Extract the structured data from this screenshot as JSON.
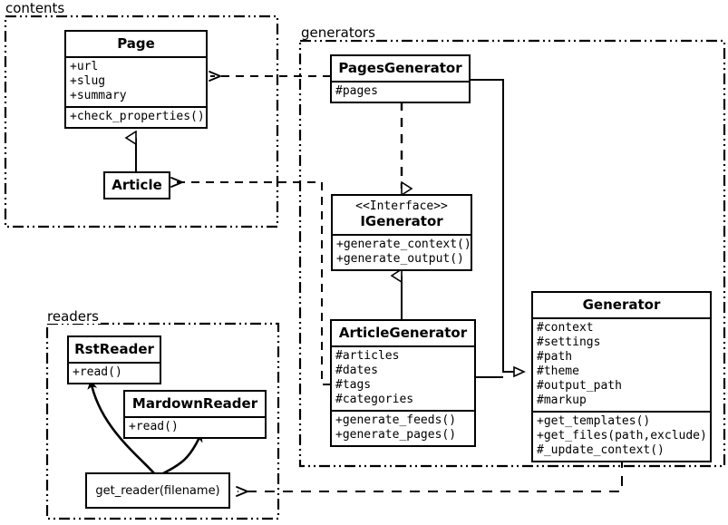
{
  "diagram": {
    "kind": "uml-class-diagram",
    "packages": [
      {
        "id": "contents",
        "label": "contents"
      },
      {
        "id": "generators",
        "label": "generators"
      },
      {
        "id": "readers",
        "label": "readers"
      }
    ],
    "classes": [
      {
        "id": "page",
        "name": "Page",
        "stereotype": "",
        "attributes": [
          "+url",
          "+slug",
          "+summary"
        ],
        "operations": [
          "+check_properties()"
        ]
      },
      {
        "id": "article",
        "name": "Article",
        "stereotype": "",
        "attributes": [],
        "operations": []
      },
      {
        "id": "pagesgenerator",
        "name": "PagesGenerator",
        "stereotype": "",
        "attributes": [
          "#pages"
        ],
        "operations": []
      },
      {
        "id": "igenerator",
        "name": "IGenerator",
        "stereotype": "<<Interface>>",
        "attributes": [],
        "operations": [
          "+generate_context()",
          "+generate_output()"
        ]
      },
      {
        "id": "articlegenerator",
        "name": "ArticleGenerator",
        "stereotype": "",
        "attributes": [
          "#articles",
          "#dates",
          "#tags",
          "#categories"
        ],
        "operations": [
          "+generate_feeds()",
          "+generate_pages()"
        ]
      },
      {
        "id": "generator",
        "name": "Generator",
        "stereotype": "",
        "attributes": [
          "#context",
          "#settings",
          "#path",
          "#theme",
          "#output_path",
          "#markup"
        ],
        "operations": [
          "+get_templates()",
          "+get_files(path,exclude)",
          "#_update_context()"
        ]
      },
      {
        "id": "rstreader",
        "name": "RstReader",
        "stereotype": "",
        "attributes": [],
        "operations": [
          "+read()"
        ]
      },
      {
        "id": "mardownreader",
        "name": "MardownReader",
        "stereotype": "",
        "attributes": [],
        "operations": [
          "+read()"
        ]
      }
    ],
    "functions": [
      {
        "id": "get_reader",
        "label": "get_reader(filename)"
      }
    ],
    "relationships": [
      {
        "from": "pagesgenerator",
        "to": "page",
        "type": "dependency"
      },
      {
        "from": "articlegenerator",
        "to": "article",
        "type": "dependency"
      },
      {
        "from": "article",
        "to": "page",
        "type": "generalization"
      },
      {
        "from": "pagesgenerator",
        "to": "igenerator",
        "type": "realization"
      },
      {
        "from": "articlegenerator",
        "to": "igenerator",
        "type": "generalization"
      },
      {
        "from": "pagesgenerator",
        "to": "generator",
        "type": "generalization"
      },
      {
        "from": "articlegenerator",
        "to": "generator",
        "type": "generalization"
      },
      {
        "from": "generator",
        "to": "get_reader",
        "type": "dependency"
      },
      {
        "from": "get_reader",
        "to": "rstreader",
        "type": "call"
      },
      {
        "from": "get_reader",
        "to": "mardownreader",
        "type": "call"
      }
    ],
    "colors": {
      "line": "#000000",
      "background": "#ffffff",
      "box_fill": "#ffffff"
    }
  }
}
